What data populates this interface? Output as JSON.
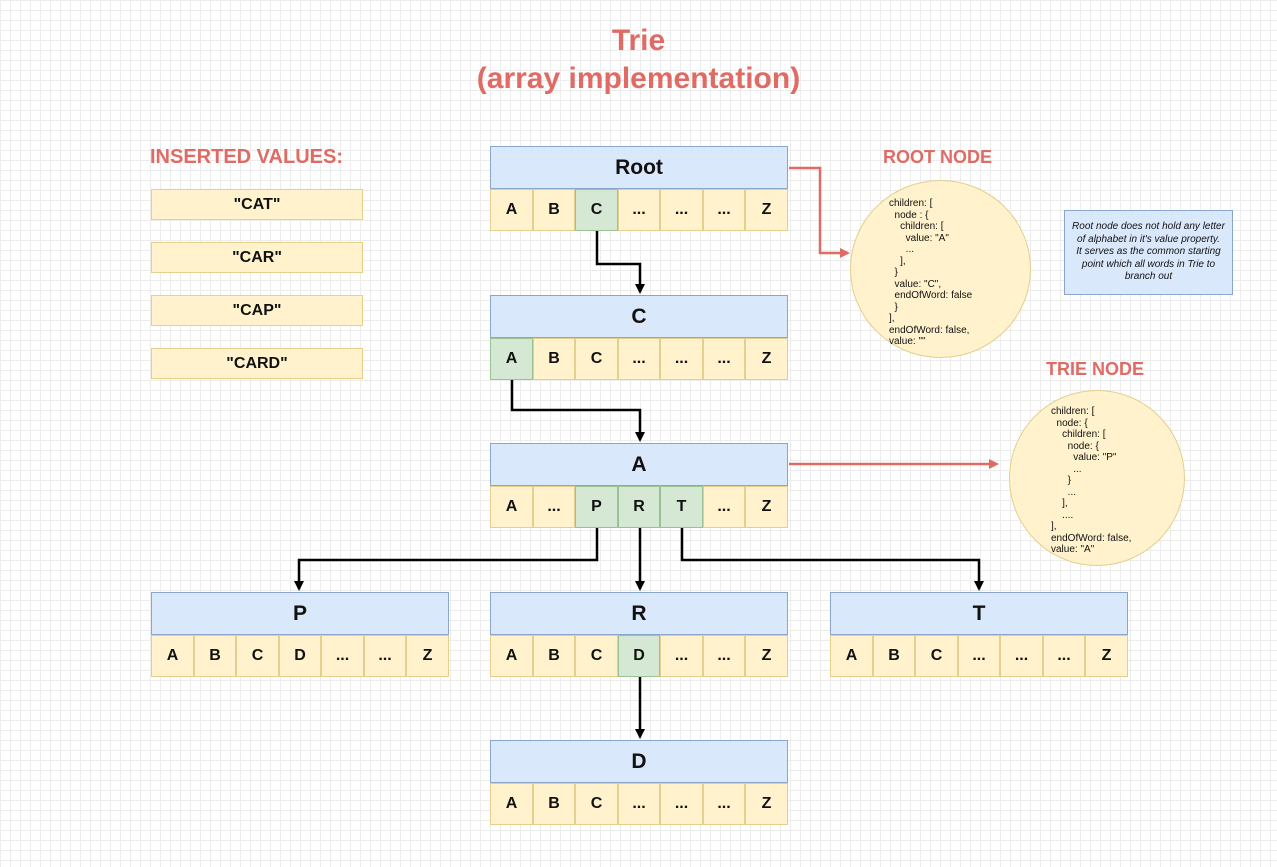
{
  "title": {
    "line1": "Trie",
    "line2": "(array implementation)"
  },
  "inserted": {
    "label": "INSERTED VALUES:",
    "values": [
      "\"CAT\"",
      "\"CAR\"",
      "\"CAP\"",
      "\"CARD\""
    ]
  },
  "nodes": {
    "root": {
      "label": "Root",
      "cells": [
        "A",
        "B",
        "C",
        "...",
        "...",
        "...",
        "Z"
      ]
    },
    "c": {
      "label": "C",
      "cells": [
        "A",
        "B",
        "C",
        "...",
        "...",
        "...",
        "Z"
      ]
    },
    "a": {
      "label": "A",
      "cells": [
        "A",
        "...",
        "P",
        "R",
        "T",
        "...",
        "Z"
      ]
    },
    "p": {
      "label": "P",
      "cells": [
        "A",
        "B",
        "C",
        "D",
        "...",
        "...",
        "Z"
      ]
    },
    "r": {
      "label": "R",
      "cells": [
        "A",
        "B",
        "C",
        "D",
        "...",
        "...",
        "Z"
      ]
    },
    "t": {
      "label": "T",
      "cells": [
        "A",
        "B",
        "C",
        "...",
        "...",
        "...",
        "Z"
      ]
    },
    "d": {
      "label": "D",
      "cells": [
        "A",
        "B",
        "C",
        "...",
        "...",
        "...",
        "Z"
      ]
    }
  },
  "root_node": {
    "label": "ROOT NODE",
    "code": "children: [\n  node : {\n    children: [\n      value: \"A\"\n      ...\n    ],\n  }\n  value: \"C\",\n  endOfWord: false\n  }\n],\nendOfWord: false,\nvalue: \"\""
  },
  "trie_node": {
    "label": "TRIE NODE",
    "code": "children: [\n  node: {\n    children: [\n      node: {\n        value: \"P\"\n        ...\n      }\n      ...\n    ],\n    ....\n],\nendOfWord: false,\nvalue: \"A\""
  },
  "note": {
    "text": "Root node does not hold any letter of alphabet in it's value property.\nIt serves as the common starting point which all words in Trie to branch out"
  },
  "colors": {
    "accent": "#e06b64",
    "node_header": "#dae8fc",
    "cell": "#fff2cc",
    "cell_highlight": "#d5e8d4"
  }
}
